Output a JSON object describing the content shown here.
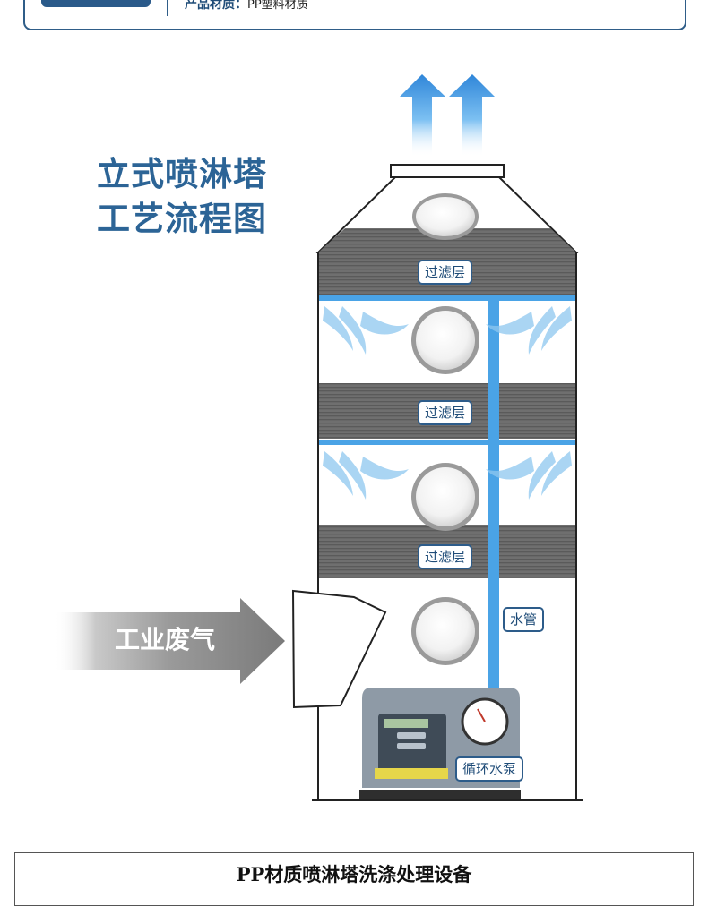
{
  "header": {
    "material_label": "产品材质：",
    "material_value": "PP塑料材质"
  },
  "title": {
    "line1": "立式喷淋塔",
    "line2": "工艺流程图"
  },
  "labels": {
    "filter_1": "过滤层",
    "filter_2": "过滤层",
    "filter_3": "过滤层",
    "water_pipe": "水管",
    "pump": "循环水泵",
    "waste_gas": "工业废气"
  },
  "footer": {
    "title": "PP材质喷淋塔洗涤处理设备"
  },
  "colors": {
    "accent_blue": "#2c6496",
    "pipe_blue": "#4aa3e6",
    "filter_gray": "#6a6a6a",
    "arrow_gray": "#8a8a8a"
  }
}
